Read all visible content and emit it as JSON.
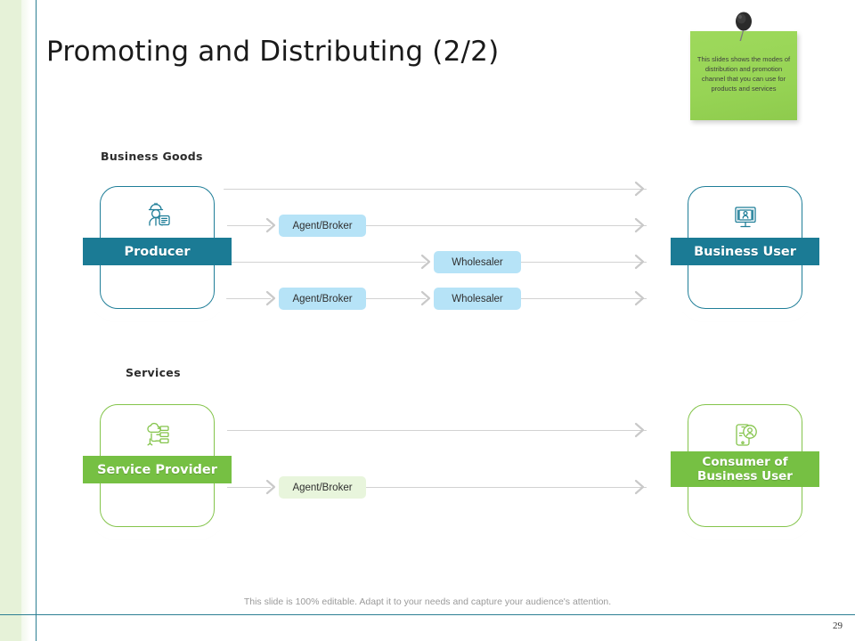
{
  "slide": {
    "title": "Promoting and Distributing (2/2)",
    "page_number": "29",
    "footer": "This slide is 100% editable. Adapt it to your needs and capture your audience's attention.",
    "accent_teal": "#1b7b95",
    "accent_green": "#76c043",
    "pill_blue": "#b6e3f7",
    "pill_green": "#e8f5dc",
    "rail_gray": "#d2d2d2"
  },
  "note": {
    "text": "This slides shows the modes of distribution and promotion channel that you can use for products and services",
    "pin_icon": "pushpin-icon",
    "color": "#97d455"
  },
  "sections": [
    {
      "id": "business-goods",
      "label": "Business Goods",
      "theme": "teal",
      "source": {
        "label": "Producer",
        "icon": "worker-producer-icon"
      },
      "destination": {
        "label": "Business User",
        "icon": "monitor-business-user-icon"
      },
      "rows": [
        {
          "stages": []
        },
        {
          "stages": [
            "Agent/Broker"
          ]
        },
        {
          "stages": [
            "Wholesaler"
          ]
        },
        {
          "stages": [
            "Agent/Broker",
            "Wholesaler"
          ]
        }
      ]
    },
    {
      "id": "services",
      "label": "Services",
      "theme": "green",
      "source": {
        "label": "Service Provider",
        "icon": "service-network-icon"
      },
      "destination": {
        "label_line1": "Consumer of",
        "label_line2": "Business User",
        "icon": "mobile-consumer-icon"
      },
      "rows": [
        {
          "stages": []
        },
        {
          "stages": [
            "Agent/Broker"
          ]
        }
      ]
    }
  ]
}
